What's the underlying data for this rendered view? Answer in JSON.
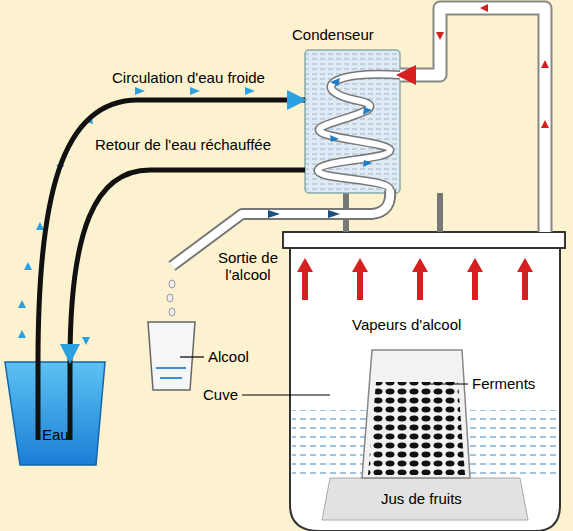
{
  "diagram": {
    "nodes": [
      {
        "text": [
          "Condenseur"
        ]
      },
      {
        "text": [
          "Eau"
        ]
      },
      {
        "text": [
          "Vapeurs d'alcool"
        ]
      }
    ],
    "edges": [
      {
        "from": 1,
        "to": 0,
        "arrow": "to",
        "label": "Circulation d'eau froide"
      },
      {
        "from": 0,
        "to": 1,
        "arrow": "to",
        "label": "Retour de l'eau réchauffée"
      },
      {
        "from": 2,
        "to": 0,
        "arrow": "to"
      }
    ],
    "labels": [
      "Sortie de l'alcool",
      "Alcool",
      "Cuve",
      "Ferments",
      "Jus de fruits"
    ]
  }
}
